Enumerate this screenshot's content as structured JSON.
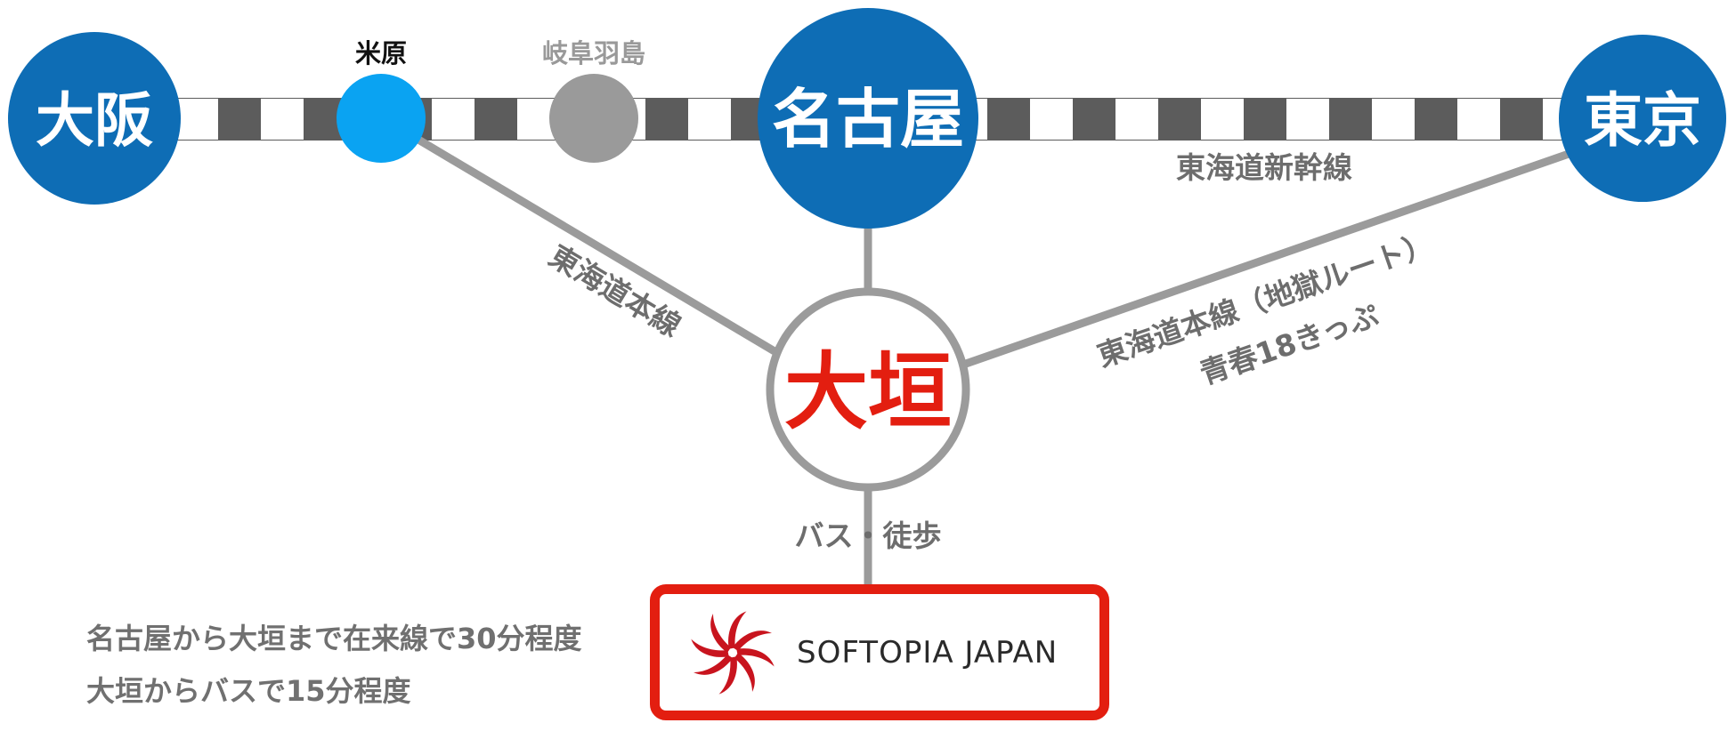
{
  "stations": {
    "osaka": "大阪",
    "maibara": "米原",
    "gifu_hashima": "岐阜羽島",
    "nagoya": "名古屋",
    "tokyo": "東京",
    "ogaki": "大垣"
  },
  "lines": {
    "shinkansen": "東海道新幹線",
    "honsen_west": "東海道本線",
    "honsen_east": "東海道本線（地獄ルート）",
    "seishun": "青春18きっぷ",
    "bus_walk": "バス・徒歩"
  },
  "notes": [
    "名古屋から大垣まで在来線で30分程度",
    "大垣からバスで15分程度"
  ],
  "brand": {
    "name": "SOFTOPIA JAPAN"
  },
  "colors": {
    "station_blue": "#0e6db5",
    "maibara_blue": "#0aa3f2",
    "hashima_grey": "#9a9a9a",
    "track_dark": "#5c5c5c",
    "route_grey": "#9b9b9b",
    "ogaki_red": "#e31e10",
    "label_grey": "#6d6d6d"
  }
}
